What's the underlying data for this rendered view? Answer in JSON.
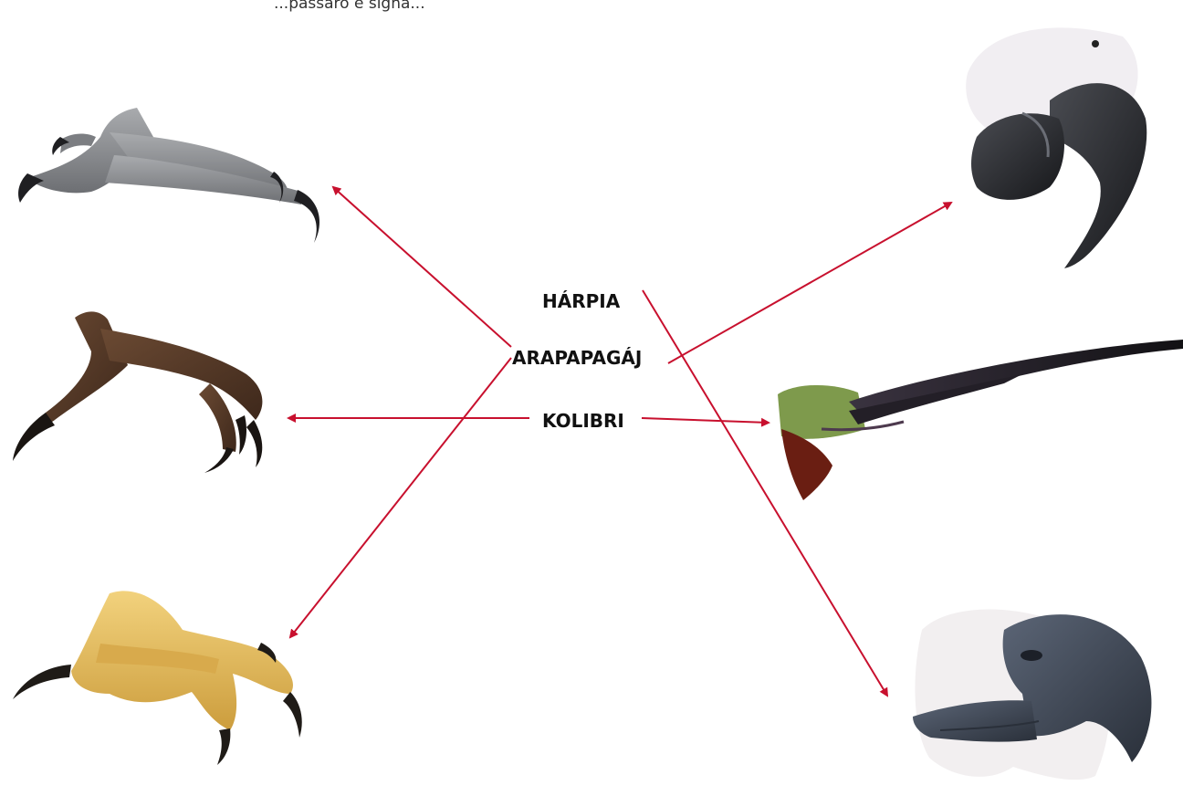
{
  "header": {
    "fragment_text": "...pássaro e signa..."
  },
  "labels": {
    "harpia": "HÁRPIA",
    "arara": "ARAPAPAGÁJ",
    "kolibri": "KOLIBRI"
  },
  "colors": {
    "arrow": "#c8102e",
    "claw_gray": "#8a8c90",
    "claw_brown": "#5a3a26",
    "claw_yellow": "#e0b85a",
    "beak_black": "#2a2b30",
    "beak_slate": "#3f4754"
  },
  "images": [
    {
      "name": "gray-claw",
      "kind": "foot"
    },
    {
      "name": "brown-claw",
      "kind": "foot"
    },
    {
      "name": "yellow-claw",
      "kind": "foot"
    },
    {
      "name": "macaw-beak",
      "kind": "beak"
    },
    {
      "name": "hummingbird-beak",
      "kind": "beak"
    },
    {
      "name": "harpy-beak",
      "kind": "beak"
    }
  ]
}
